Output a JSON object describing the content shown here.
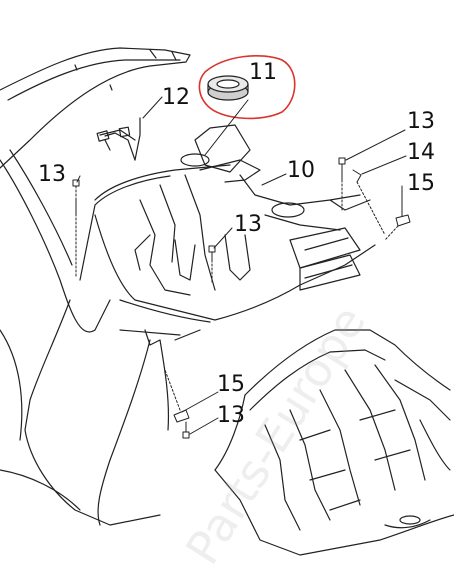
{
  "watermark_text": "Parts-Europe",
  "callouts": [
    {
      "id": "c11",
      "label": "11"
    },
    {
      "id": "c12",
      "label": "12"
    },
    {
      "id": "c13a",
      "label": "13"
    },
    {
      "id": "c13b",
      "label": "13"
    },
    {
      "id": "c10",
      "label": "10"
    },
    {
      "id": "c13c",
      "label": "13"
    },
    {
      "id": "c14",
      "label": "14"
    },
    {
      "id": "c15a",
      "label": "15"
    },
    {
      "id": "c15b",
      "label": "15"
    },
    {
      "id": "c13d",
      "label": "13"
    }
  ],
  "colors": {
    "line": "#222222",
    "highlight_ring": "#d9342b",
    "watermark": "#a0a0a0"
  }
}
